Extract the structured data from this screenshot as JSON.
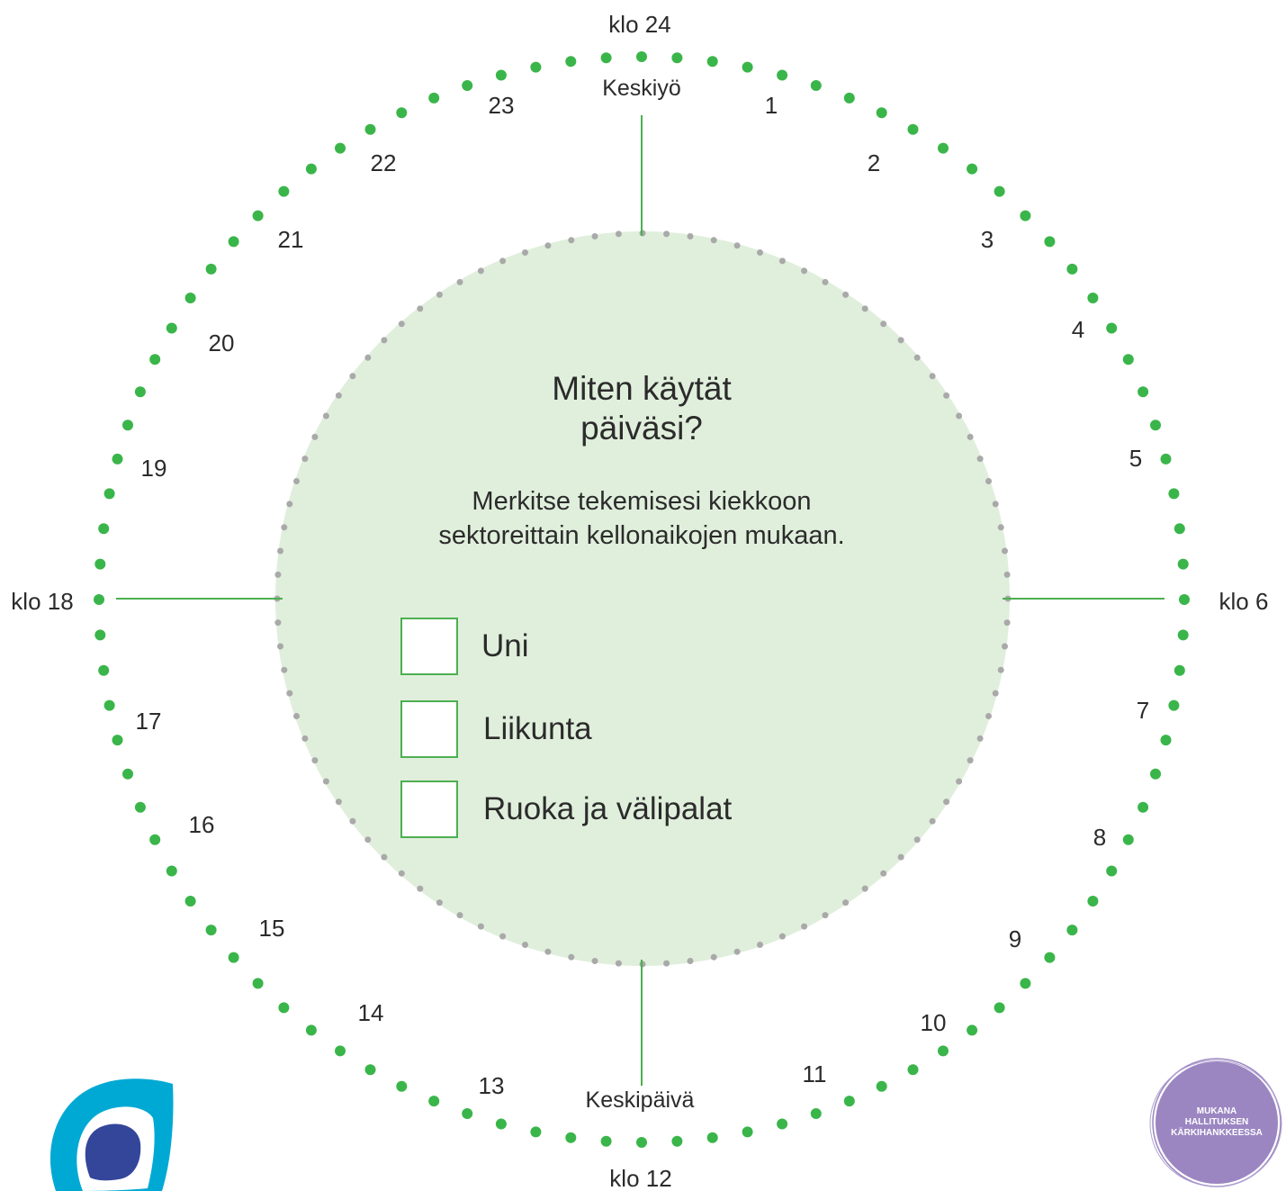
{
  "clock": {
    "top_label": "klo 24",
    "top_sub": "Keskiyö",
    "right_label": "klo 6",
    "bottom_label": "klo 12",
    "bottom_sub": "Keskipäivä",
    "left_label": "klo 18",
    "hours": [
      "1",
      "2",
      "3",
      "4",
      "5",
      "7",
      "8",
      "9",
      "10",
      "11",
      "13",
      "14",
      "15",
      "16",
      "17",
      "19",
      "20",
      "21",
      "22",
      "23"
    ]
  },
  "center": {
    "title_line1": "Miten käytät",
    "title_line2": "päiväsi?",
    "instruction_line1": "Merkitse tekemisesi kiekkoon",
    "instruction_line2": "sektoreittain kellonaikojen mukaan."
  },
  "legend": [
    {
      "label": "Uni"
    },
    {
      "label": "Liikunta"
    },
    {
      "label": "Ruoka ja välipalat"
    }
  ],
  "badge": {
    "line1": "MUKANA",
    "line2": "HALLITUKSEN",
    "line3": "KÄRKIHANKKEESSA"
  },
  "colors": {
    "green_dot": "#3ab54a",
    "disc_fill": "#e0efdc",
    "gray_dot": "#a9a9a9",
    "line": "#4caf50",
    "logo_cyan": "#00a9d4",
    "logo_navy": "#34469a",
    "badge_purple": "#9b86c1"
  }
}
